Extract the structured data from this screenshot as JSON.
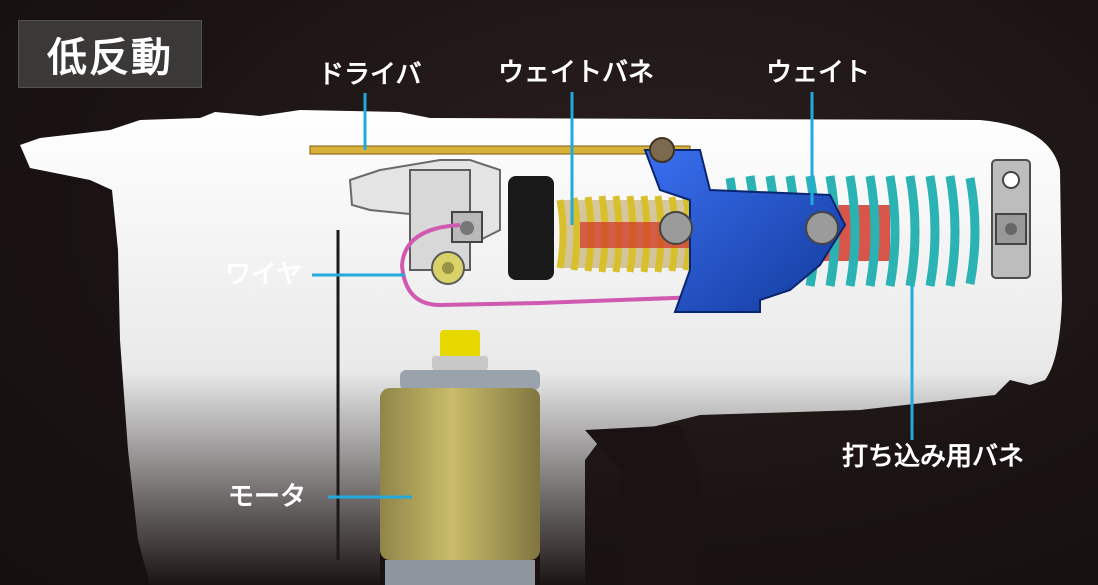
{
  "title": "低反動",
  "labels": {
    "driver": "ドライバ",
    "weight_spring": "ウェイトバネ",
    "weight": "ウェイト",
    "wire": "ワイヤ",
    "striking_spring": "打ち込み用バネ",
    "motor": "モータ"
  },
  "colors": {
    "background": "#1a1414",
    "leader_line": "#22a9dd",
    "body": "#f2f2f2",
    "driver_rod": "#d9b23a",
    "weight_spring": "#d8c02c",
    "striking_spring": "#2bb3b3",
    "weight": "#1a4fd0",
    "red_core": "#d23a2a",
    "wire": "#d05ab0",
    "motor": "#b5a85a"
  }
}
